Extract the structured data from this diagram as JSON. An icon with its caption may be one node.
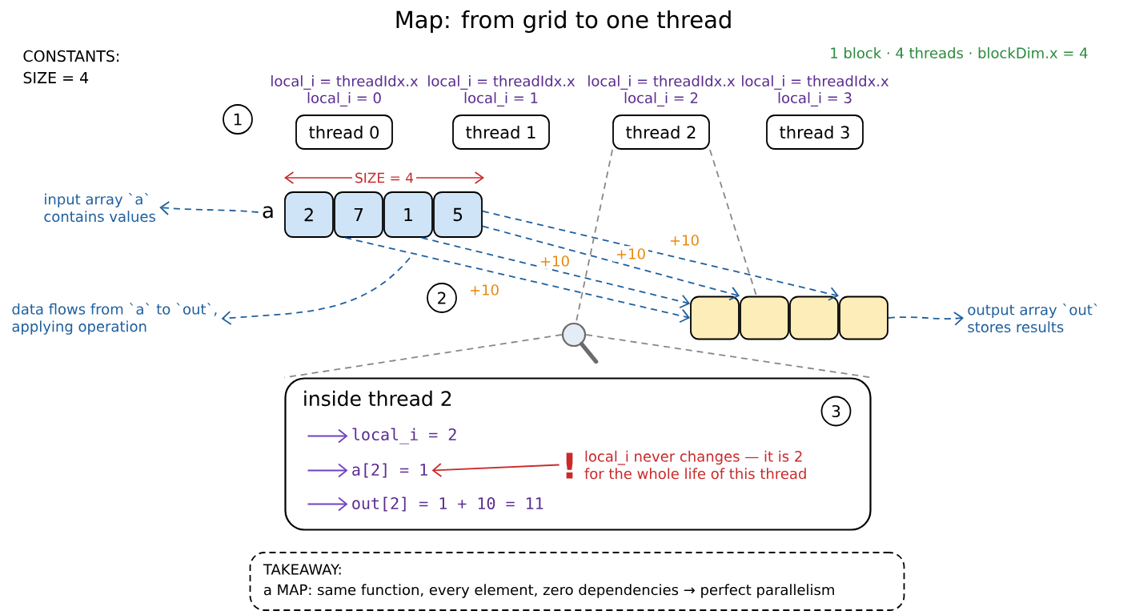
{
  "diagram": {
    "title": "Map: from grid to one thread",
    "nodes": [
      {
        "text": [
          "1"
        ]
      },
      {
        "text": [
          "thread 0"
        ],
        "beside": [
          "local_i = threadIdx.x",
          "local_i = 0"
        ]
      },
      {
        "text": [
          "thread 1"
        ],
        "beside": [
          "local_i = threadIdx.x",
          "local_i = 1"
        ]
      },
      {
        "text": [
          "thread 2"
        ],
        "beside": [
          "local_i = threadIdx.x",
          "local_i = 2"
        ]
      },
      {
        "text": [
          "thread 3"
        ],
        "beside": [
          "local_i = threadIdx.x",
          "local_i = 3"
        ]
      },
      {
        "text": [
          "input array `a` contains values"
        ]
      },
      {
        "text": [
          "a"
        ]
      },
      {
        "text": [
          "2"
        ]
      },
      {
        "text": [
          "7"
        ]
      },
      {
        "text": [
          "1"
        ]
      },
      {
        "text": [
          "5"
        ]
      },
      {
        "text": [
          "2"
        ]
      },
      {
        "text": [
          "data flows from `a` to `out`, applying operation"
        ]
      },
      {
        "text": [],
        "shape": "magnifier"
      },
      {
        "text": [],
        "shape": "box"
      },
      {
        "text": [],
        "shape": "box"
      },
      {
        "text": [],
        "shape": "box"
      },
      {
        "text": [],
        "shape": "box"
      },
      {
        "text": [
          "output array `out` stores results"
        ]
      },
      {
        "text": [
          "inside thread 2"
        ]
      },
      {
        "text": [
          "3"
        ],
        "in": 19
      },
      {
        "text": [
          "local_i = 2"
        ],
        "in": 19
      },
      {
        "text": [
          "a[2] = 1"
        ],
        "in": 19
      },
      {
        "text": [
          "out[2] = 1 + 10 = 11"
        ],
        "in": 19
      },
      {
        "text": [
          "!",
          "local_i never changes — it is 2 for the whole life of this thread"
        ],
        "in": 19
      },
      {
        "text": [
          "TAKEAWAY:",
          "a MAP: same function, every element, zero dependencies → perfect parallelism"
        ]
      }
    ],
    "edges": [
      {
        "from": 6,
        "to": 5,
        "arrow": "to",
        "style": "dashed"
      },
      {
        "from": 8,
        "to": 14,
        "arrow": "to",
        "style": "dashed",
        "label": "+10"
      },
      {
        "from": 9,
        "to": 14,
        "arrow": "to",
        "style": "dashed",
        "label": "+10"
      },
      {
        "from": 10,
        "to": 15,
        "arrow": "to",
        "style": "dashed",
        "label": "+10"
      },
      {
        "from": 10,
        "to": 16,
        "arrow": "to",
        "style": "dashed",
        "label": "+10"
      },
      {
        "from": null,
        "to": 12,
        "arrow": "to",
        "style": "dashed"
      },
      {
        "from": 17,
        "to": 18,
        "arrow": "to",
        "style": "dashed"
      },
      {
        "from": 3,
        "to": 13,
        "arrow": "none",
        "style": "dashed",
        "color": "#888888"
      },
      {
        "from": 3,
        "to": 15,
        "arrow": "none",
        "style": "dashed",
        "color": "#888888"
      },
      {
        "from": 13,
        "to": 19,
        "arrow": "none",
        "style": "dashed",
        "color": "#888888"
      },
      {
        "from": 13,
        "to": 19,
        "arrow": "none",
        "style": "dashed",
        "color": "#888888"
      },
      {
        "from": null,
        "to": 21,
        "arrow": "to",
        "color": "#6f42c1"
      },
      {
        "from": null,
        "to": 22,
        "arrow": "to",
        "color": "#6f42c1"
      },
      {
        "from": null,
        "to": 23,
        "arrow": "to",
        "color": "#6f42c1"
      },
      {
        "from": 24,
        "to": 22,
        "arrow": "to",
        "color": "#c92a2a"
      }
    ],
    "labels": [
      "CONSTANTS:",
      "SIZE = 4",
      "1 block · 4 threads · blockDim.x = 4",
      "SIZE = 4"
    ]
  }
}
